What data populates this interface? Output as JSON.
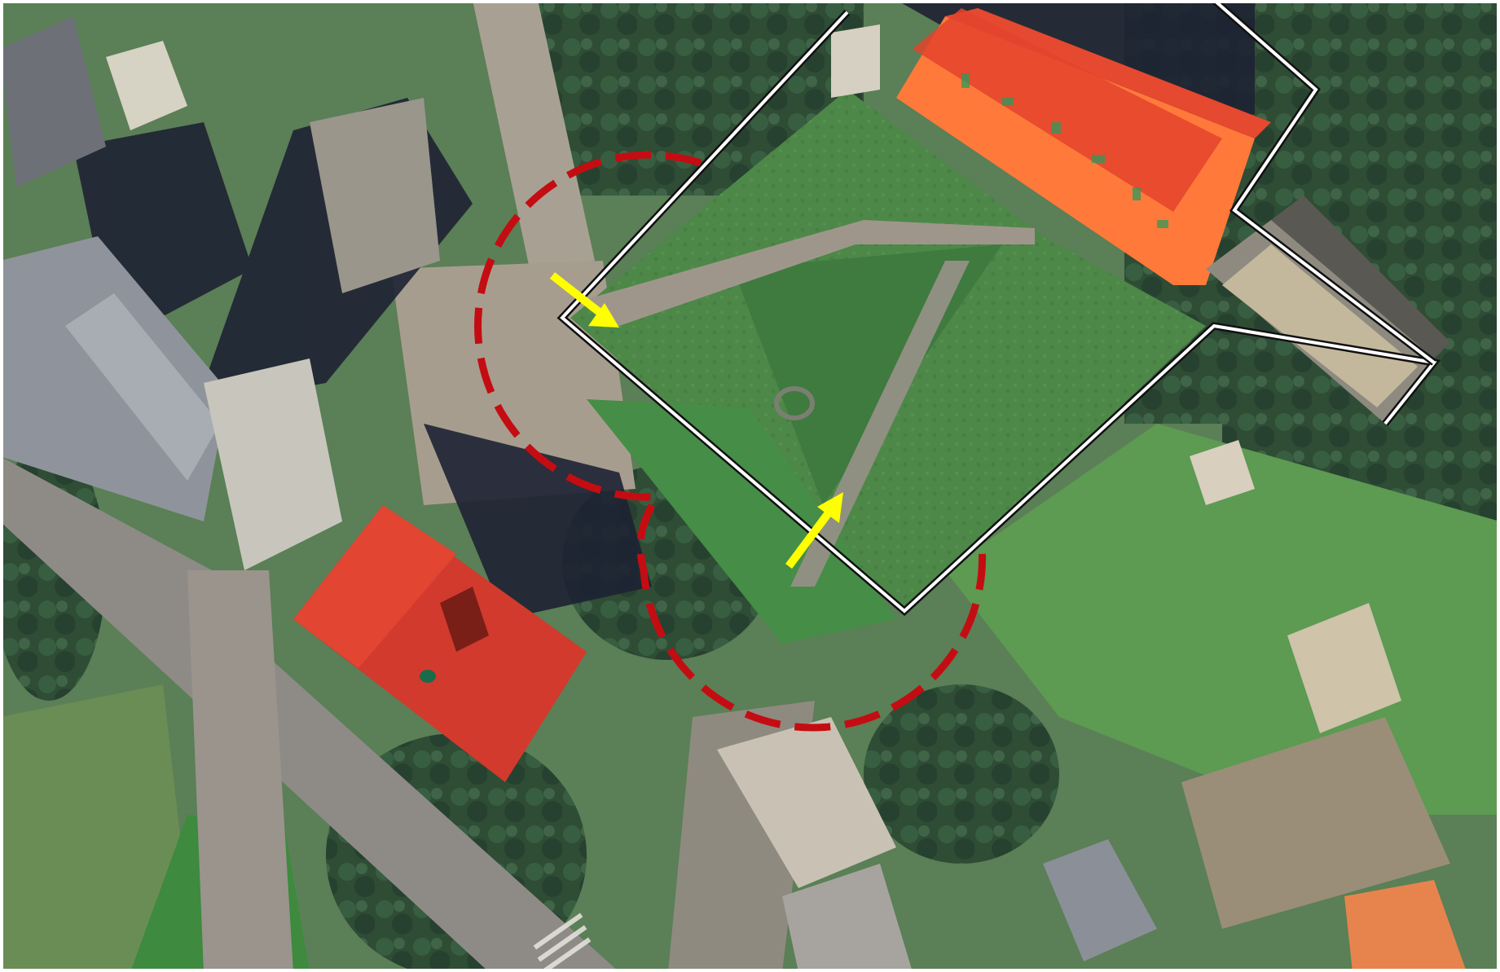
{
  "map": {
    "type": "aerial-photo-annotated",
    "colors": {
      "lawn": "#4f8a4a",
      "lawn_dark": "#3d6f3a",
      "trees": "#2f4a33",
      "path": "#a99c8a",
      "road": "#8f8a84",
      "roof_red": "#cf3a2c",
      "roof_orange": "#ff7a3a",
      "roof_grey": "#8c8f96",
      "shadow": "#1f2233",
      "boundary_line": "#111111",
      "dashed_zone": "#c40d12",
      "arrow": "#ffff00"
    },
    "annotations": {
      "boundary": "double-line-outline",
      "zone": "dashed-red-outline",
      "arrows": [
        "access-arrow-east",
        "access-arrow-north"
      ]
    }
  }
}
